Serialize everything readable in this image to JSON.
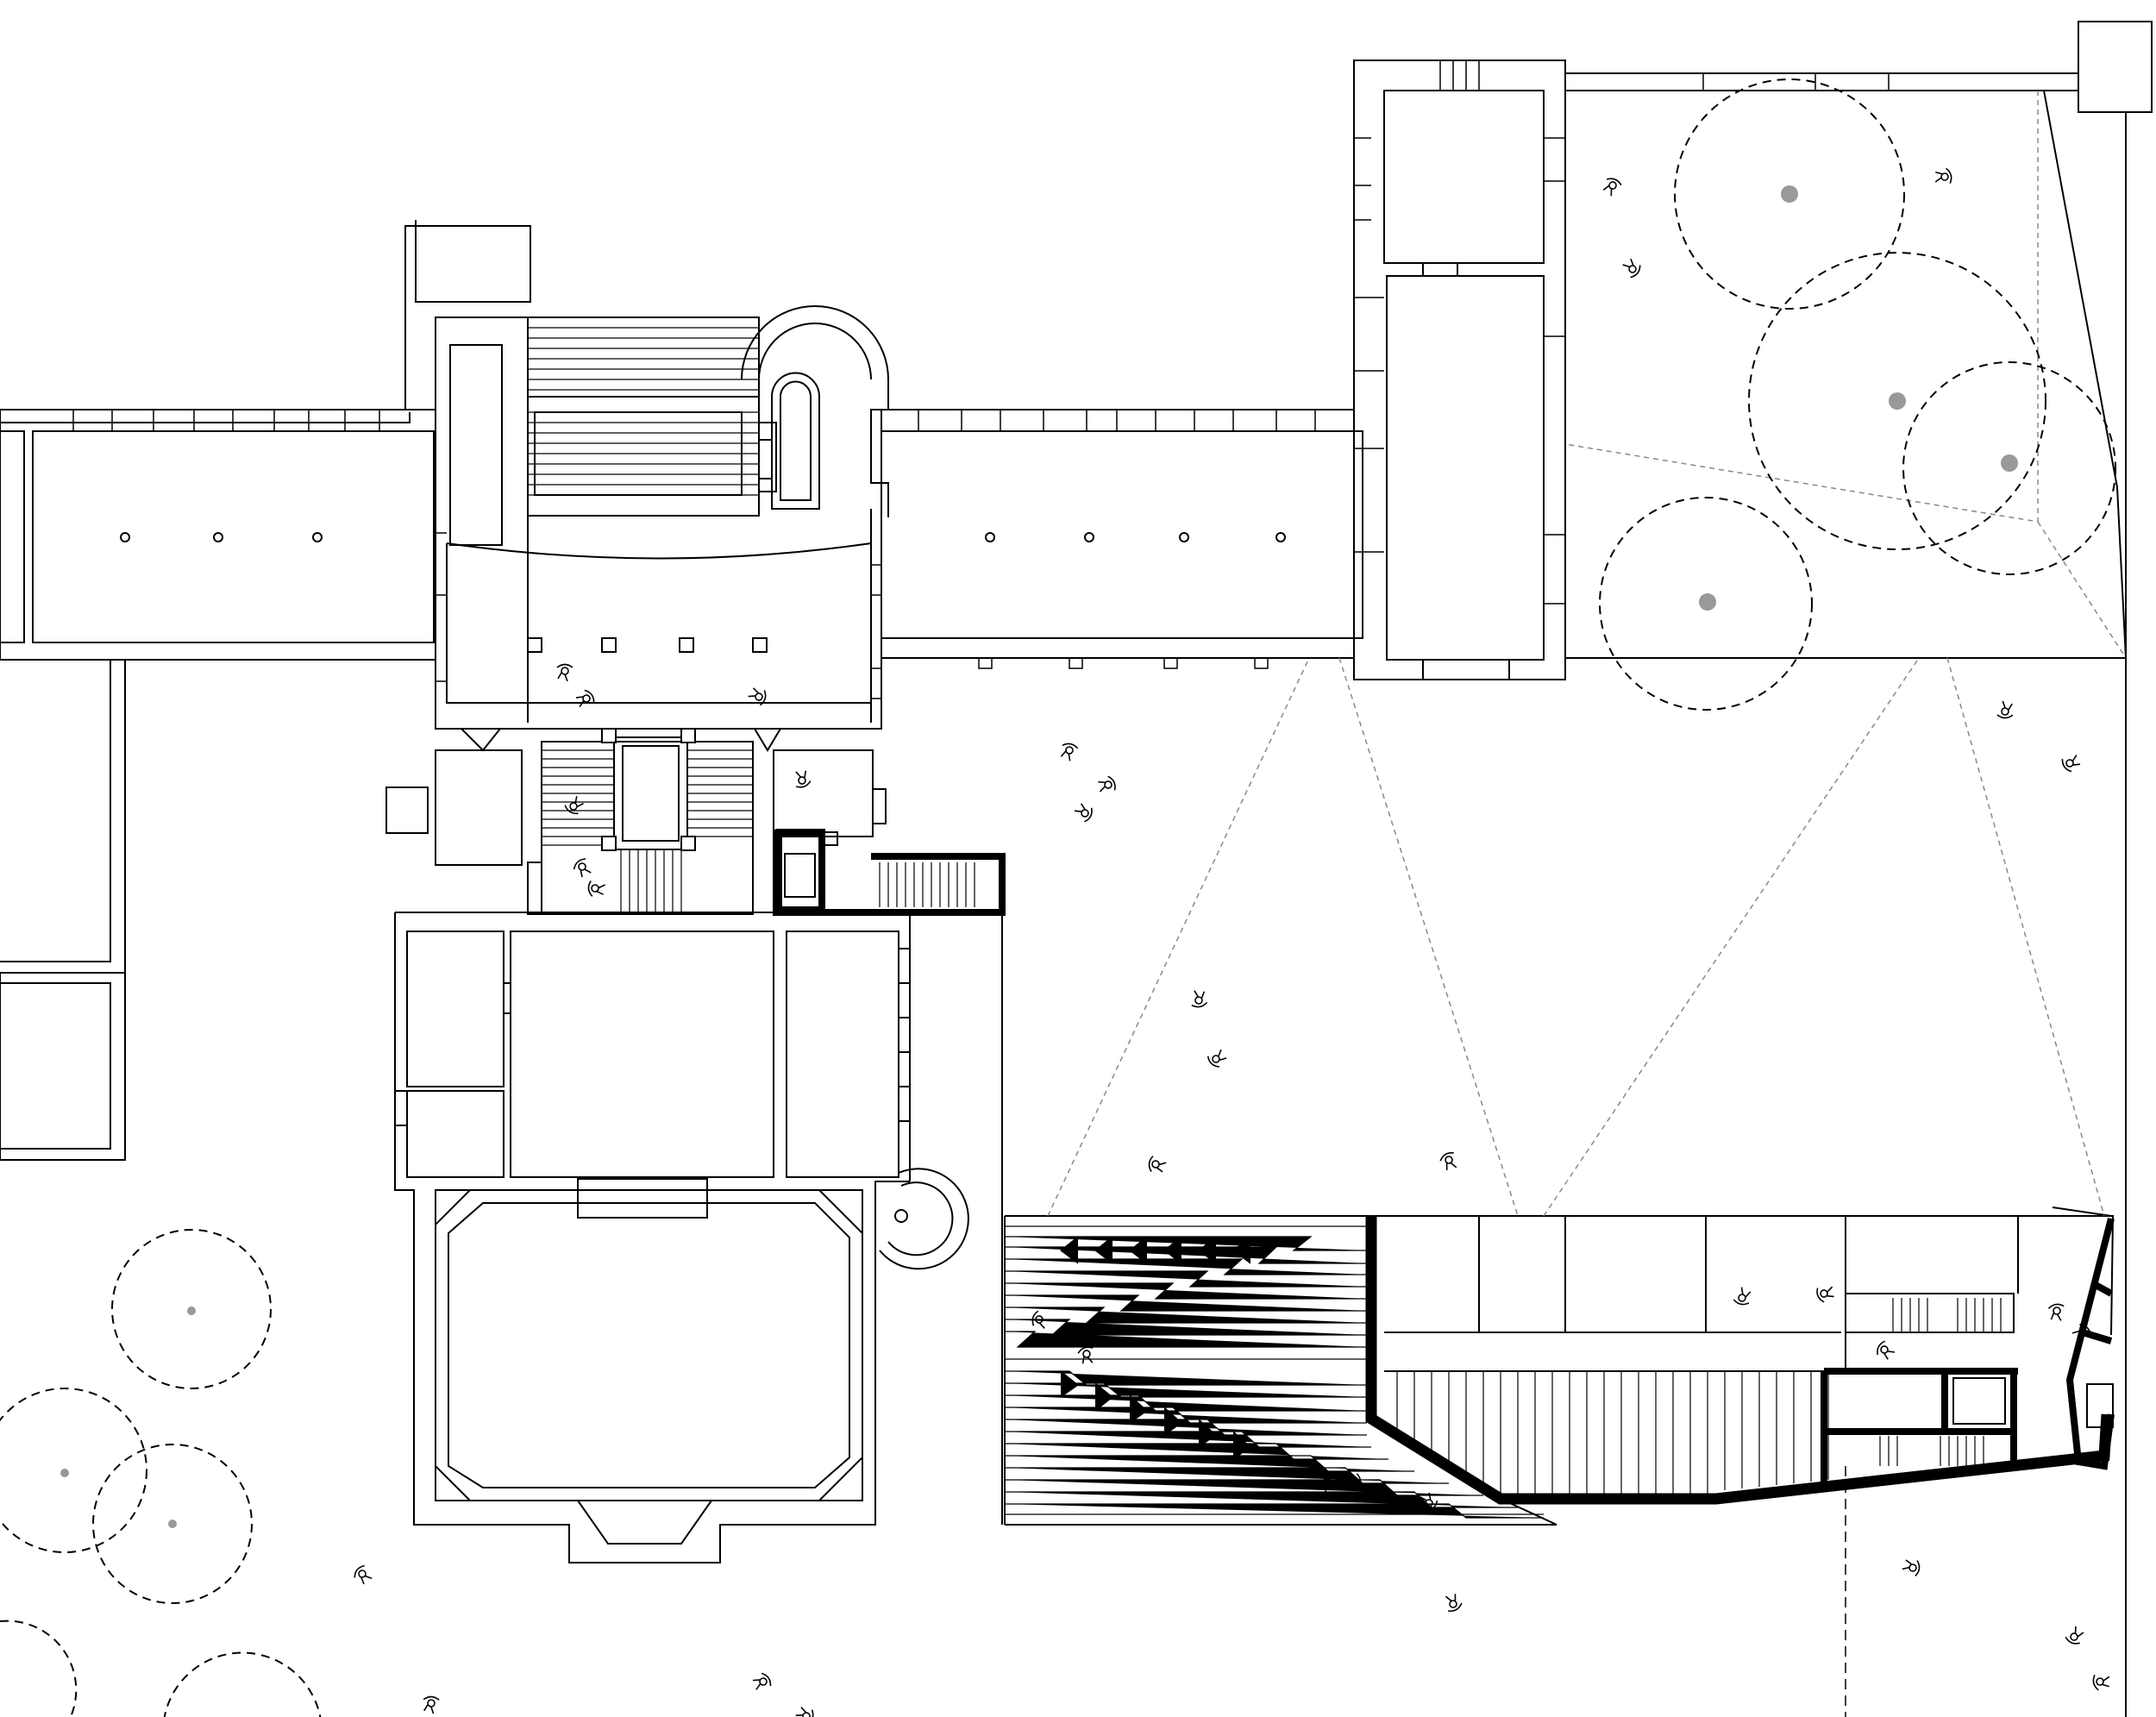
{
  "drawing": {
    "type": "architectural site plan",
    "text_labels": [],
    "colors": {
      "line": "#000000",
      "tree_trunk": "#999999",
      "sightline": "#888888",
      "background": "#ffffff"
    },
    "legend_symbols": [
      "tree-canopy-dashed-circle",
      "tree-trunk-grey-dot",
      "person-figure",
      "sightline-dashed"
    ]
  }
}
